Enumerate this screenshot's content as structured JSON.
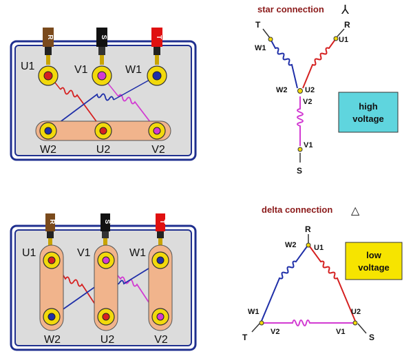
{
  "colors": {
    "panel_bg": "#dcdcdc",
    "panel_border": "#1f2f8f",
    "brown_lead": "#7a4a1c",
    "black_lead": "#111111",
    "red_lead": "#e01010",
    "terminal_yellow": "#f2d90c",
    "link_plate": "#f1b48c",
    "coil_red": "#d52020",
    "coil_blue": "#1f2fa8",
    "coil_magenta": "#d23ad2",
    "high_box": "#5fd5de",
    "low_box": "#f6e400",
    "title_red": "#8b1a1a"
  },
  "top_panel": {
    "leads": [
      "R",
      "S",
      "T"
    ],
    "top_terminals": [
      "U1",
      "V1",
      "W1"
    ],
    "bottom_terminals": [
      "W2",
      "U2",
      "V2"
    ]
  },
  "bottom_panel": {
    "leads": [
      "R",
      "S",
      "T"
    ],
    "top_terminals": [
      "U1",
      "V1",
      "W1"
    ],
    "bottom_terminals": [
      "W2",
      "U2",
      "V2"
    ]
  },
  "star": {
    "title": "star connection",
    "symbol": "⅄",
    "lines": {
      "t": "T",
      "r": "R",
      "s": "S"
    },
    "nodes": {
      "w1": "W1",
      "u1": "U1",
      "w2": "W2",
      "u2": "U2",
      "v2": "V2",
      "v1": "V1"
    },
    "box": [
      "high",
      "voltage"
    ]
  },
  "delta": {
    "title": "delta connection",
    "symbol": "△",
    "lines": {
      "r": "R",
      "t": "T",
      "s": "S"
    },
    "nodes": {
      "w2": "W2",
      "u1": "U1",
      "w1": "W1",
      "u2": "U2",
      "v2": "V2",
      "v1": "V1"
    },
    "box": [
      "low",
      "voltage"
    ]
  }
}
